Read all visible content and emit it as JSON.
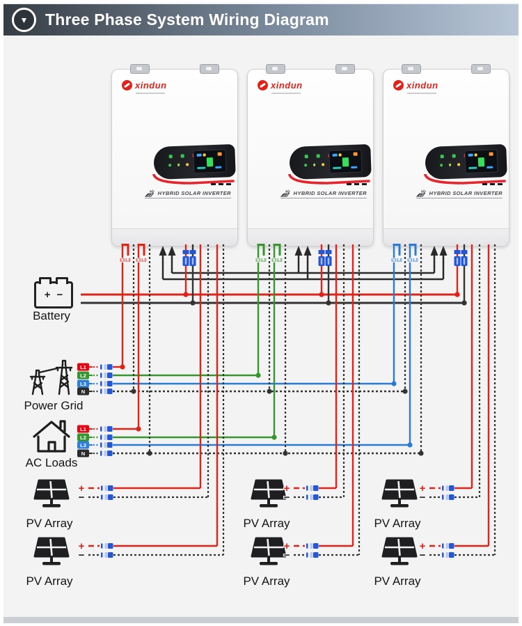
{
  "header": {
    "title": "Three Phase System Wiring Diagram",
    "collapse_icon": "▼"
  },
  "inverters": [
    {
      "brand": "xindun",
      "tagline": "HYBRID SOLAR INVERTER",
      "wire_color": "#df2318",
      "ac_terminal_labels": [
        "L1",
        "L2",
        "L1",
        "L2"
      ]
    },
    {
      "brand": "xindun",
      "tagline": "HYBRID SOLAR INVERTER",
      "wire_color": "#36952f",
      "ac_terminal_labels": [
        "L1",
        "L2",
        "L1",
        "L2"
      ]
    },
    {
      "brand": "xindun",
      "tagline": "HYBRID SOLAR INVERTER",
      "wire_color": "#2b7bd0",
      "ac_terminal_labels": [
        "L1",
        "L2",
        "L1",
        "L2"
      ]
    }
  ],
  "battery": {
    "label": "Battery",
    "plus": "+",
    "minus": "−",
    "plus_color": "#df2318",
    "minus_color": "#3a3a3a"
  },
  "power_grid": {
    "label": "Power Grid",
    "rows": [
      {
        "label": "L1",
        "color": "#e30613"
      },
      {
        "label": "L2",
        "color": "#36952f"
      },
      {
        "label": "L3",
        "color": "#2f7ed8"
      },
      {
        "label": "N",
        "color": "#2b2b2b"
      }
    ]
  },
  "ac_loads": {
    "label": "AC Loads",
    "rows": [
      {
        "label": "L1",
        "color": "#e30613"
      },
      {
        "label": "L2",
        "color": "#36952f"
      },
      {
        "label": "L3",
        "color": "#2f7ed8"
      },
      {
        "label": "N",
        "color": "#2b2b2b"
      }
    ]
  },
  "pv_arrays": [
    {
      "label": "PV Array",
      "plus": "+",
      "minus": "−"
    },
    {
      "label": "PV Array",
      "plus": "+",
      "minus": "−"
    },
    {
      "label": "PV Array",
      "plus": "+",
      "minus": "−"
    },
    {
      "label": "PV Array",
      "plus": "+",
      "minus": "−"
    },
    {
      "label": "PV Array",
      "plus": "+",
      "minus": "−"
    },
    {
      "label": "PV Array",
      "plus": "+",
      "minus": "−"
    }
  ],
  "colors": {
    "connector_blue": "#2456d8",
    "ac_line": "#2a2a2a",
    "neutral_wire": "#333333",
    "background": "#f3f3f4"
  }
}
